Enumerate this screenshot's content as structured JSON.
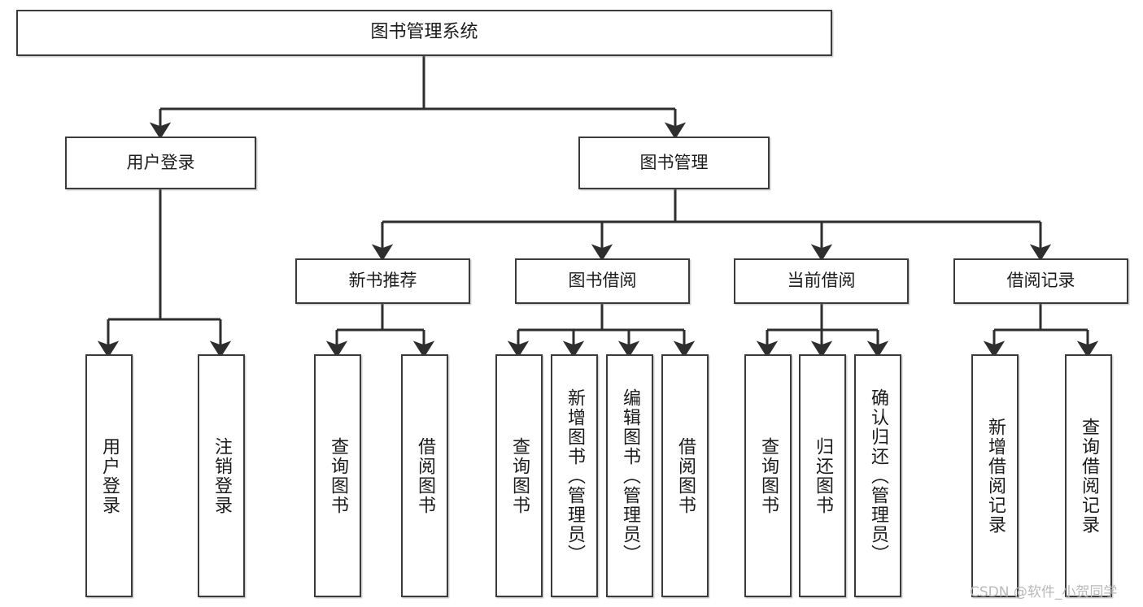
{
  "diagram": {
    "title": "图书管理系统",
    "type": "hierarchy-tree",
    "root": {
      "label": "图书管理系统"
    },
    "level2": [
      {
        "label": "用户登录"
      },
      {
        "label": "图书管理"
      }
    ],
    "level3": [
      {
        "label": "新书推荐"
      },
      {
        "label": "图书借阅"
      },
      {
        "label": "当前借阅"
      },
      {
        "label": "借阅记录"
      }
    ],
    "leaves": {
      "user_login": [
        {
          "label": "用户登录"
        },
        {
          "label": "注销登录"
        }
      ],
      "new_book_recommend": [
        {
          "label": "查询图书"
        },
        {
          "label": "借阅图书"
        }
      ],
      "book_borrow": [
        {
          "label": "查询图书"
        },
        {
          "label": "新增图书（管理员）"
        },
        {
          "label": "编辑图书（管理员）"
        },
        {
          "label": "借阅图书"
        }
      ],
      "current_borrow": [
        {
          "label": "查询图书"
        },
        {
          "label": "归还图书"
        },
        {
          "label": "确认归还（管理员）"
        }
      ],
      "borrow_record": [
        {
          "label": "新增借阅记录"
        },
        {
          "label": "查询借阅记录"
        }
      ]
    }
  },
  "watermark": {
    "text": "CSDN @软件_小贺同学"
  },
  "colors": {
    "border": "#3b3b3b",
    "background": "#ffffff",
    "text": "#1b1b1b",
    "watermark": "#b9b9b9"
  }
}
